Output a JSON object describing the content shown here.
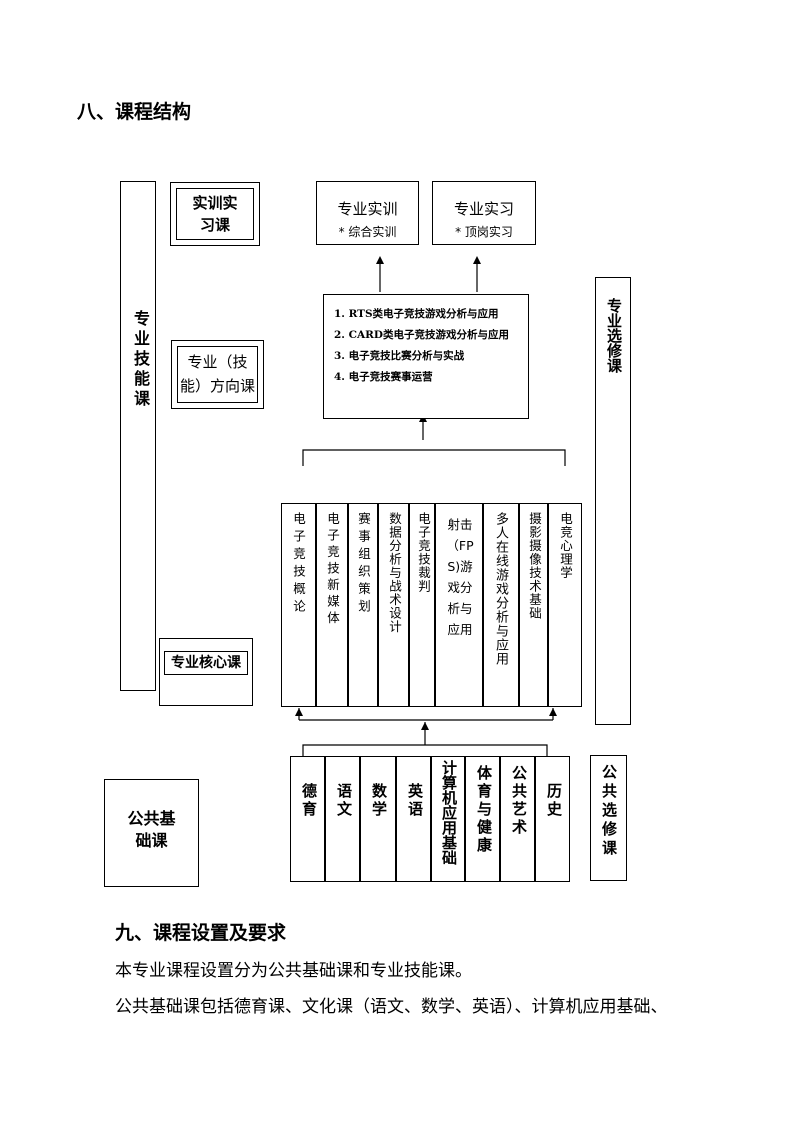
{
  "section8_title": "八、课程结构",
  "left_labels": {
    "skill_course": "专业技能课",
    "practice_course": "实训实习课",
    "direction_course": "专业（技能）方向课",
    "core_course": "专业核心课",
    "public_course": "公共基础课"
  },
  "right_labels": {
    "major_elective": "专业选修课",
    "public_elective": "公共选修课"
  },
  "practice_boxes": [
    {
      "title": "专业实训",
      "item": "* 综合实训"
    },
    {
      "title": "专业实习",
      "item": "* 顶岗实习"
    }
  ],
  "direction_items": [
    "1. RTS类电子竞技游戏分析与应用",
    "2. CARD类电子竞技游戏分析与应用",
    "3. 电子竞技比赛分析与实战",
    "4. 电子竞技赛事运营"
  ],
  "core_courses": [
    "电子竞技概论",
    "电子竞技新媒体",
    "赛事组织策划",
    "数据分析与战术设计",
    "电子竞技裁判",
    "射击（FPS)游戏分析与应用",
    "多人在线游戏分析与应用",
    "摄影摄像技术基础",
    "电竞心理学"
  ],
  "public_courses": [
    "德育",
    "语文",
    "数学",
    "英语",
    "计算机应用基础",
    "体育与健康",
    "公共艺术",
    "历史"
  ],
  "section9_title": "九、课程设置及要求",
  "paragraphs": [
    "本专业课程设置分为公共基础课和专业技能课。",
    "公共基础课包括德育课、文化课（语文、数学、英语）、计算机应用基础、"
  ]
}
